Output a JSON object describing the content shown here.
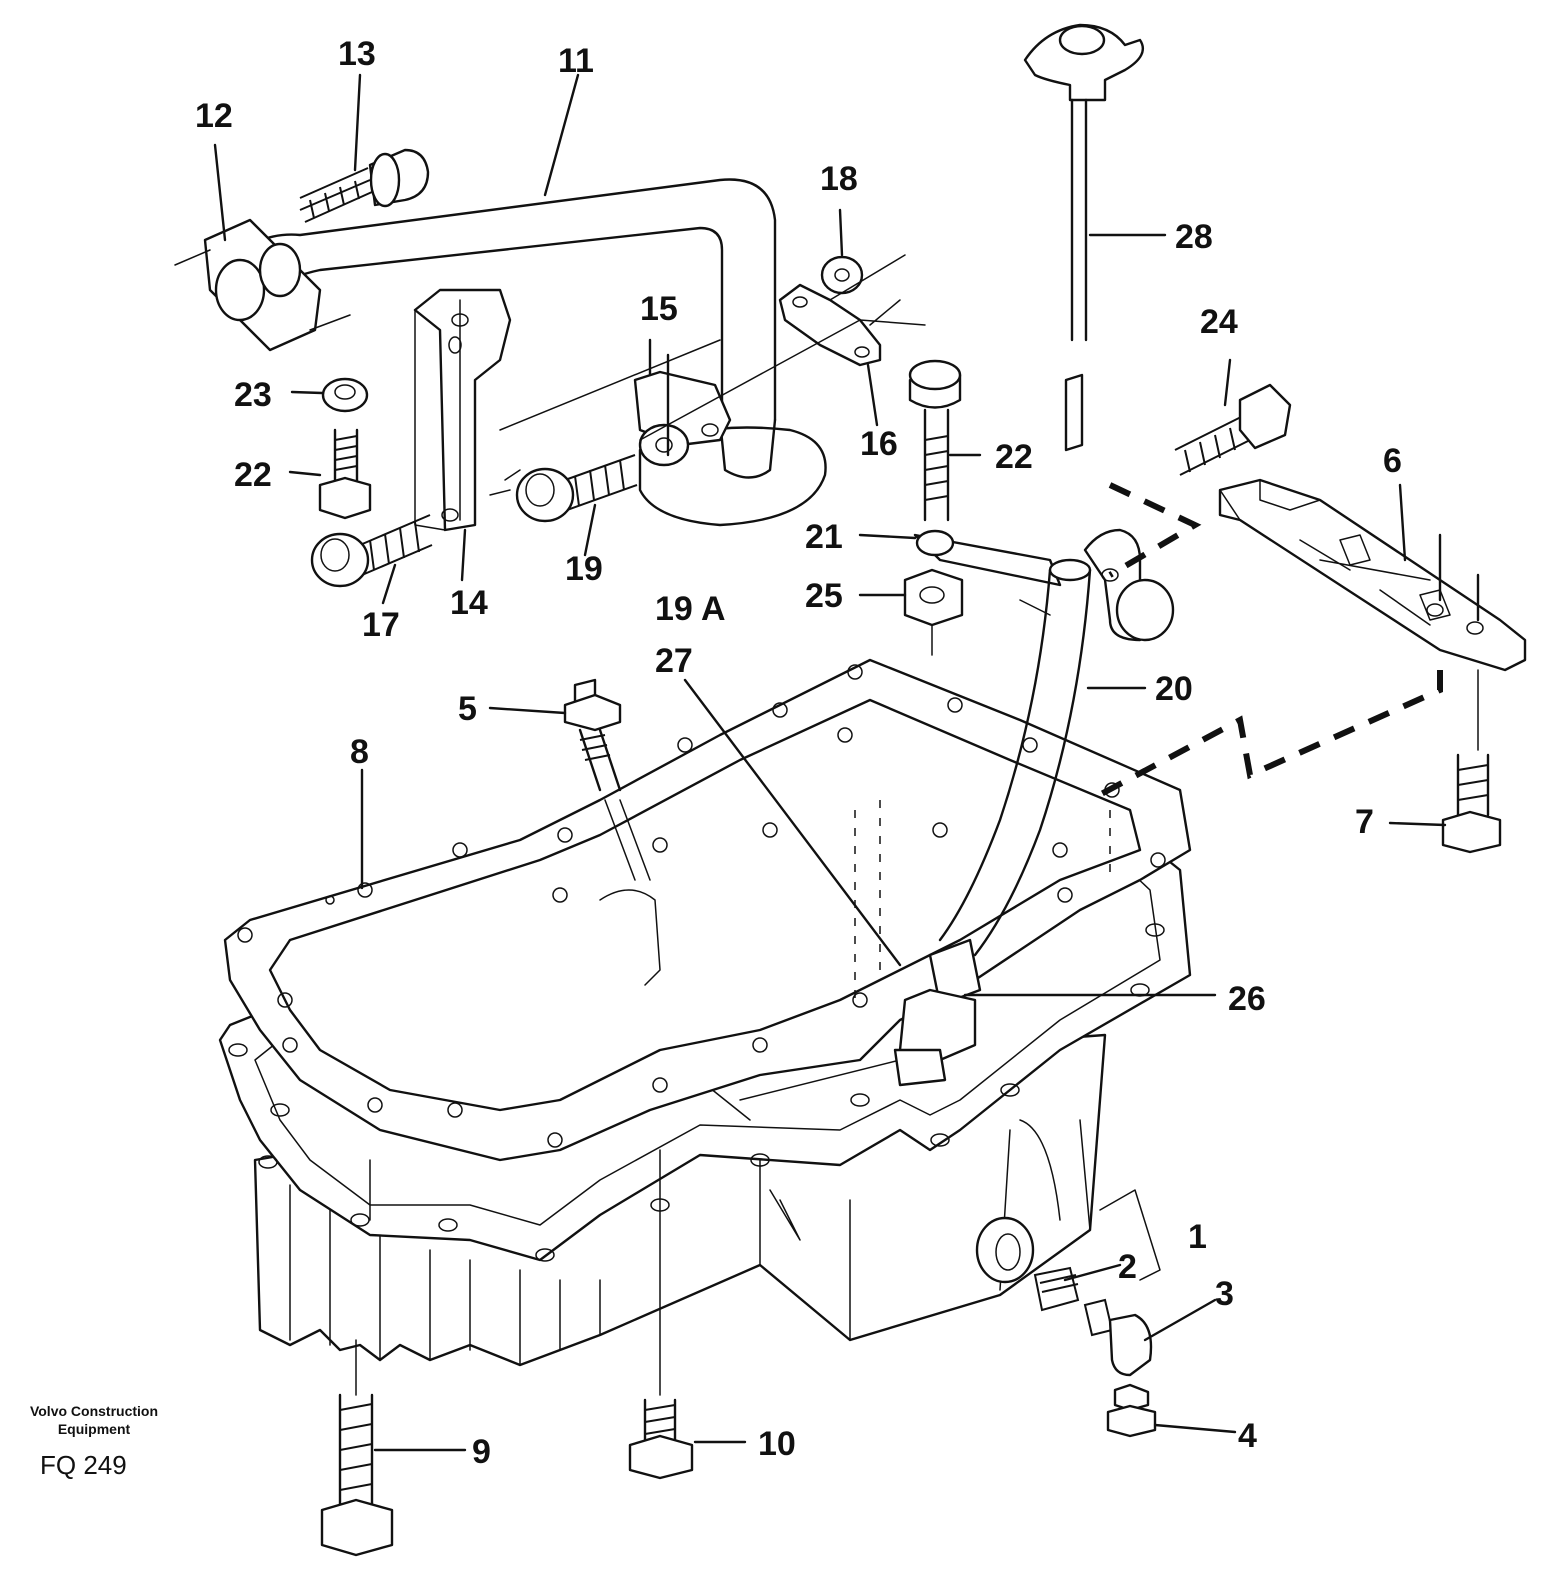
{
  "labels": {
    "l1": "1",
    "l2": "2",
    "l3": "3",
    "l4": "4",
    "l5": "5",
    "l6": "6",
    "l7": "7",
    "l8": "8",
    "l9": "9",
    "l10": "10",
    "l11": "11",
    "l12": "12",
    "l13": "13",
    "l14": "14",
    "l15": "15",
    "l16": "16",
    "l17": "17",
    "l18": "18",
    "l19": "19",
    "l19a": "19 A",
    "l20": "20",
    "l21": "21",
    "l22a": "22",
    "l22b": "22",
    "l23": "23",
    "l24": "24",
    "l25": "25",
    "l26": "26",
    "l27": "27",
    "l28": "28"
  },
  "footer": {
    "brand": "Volvo Construction Equipment",
    "code": "FQ 249"
  }
}
